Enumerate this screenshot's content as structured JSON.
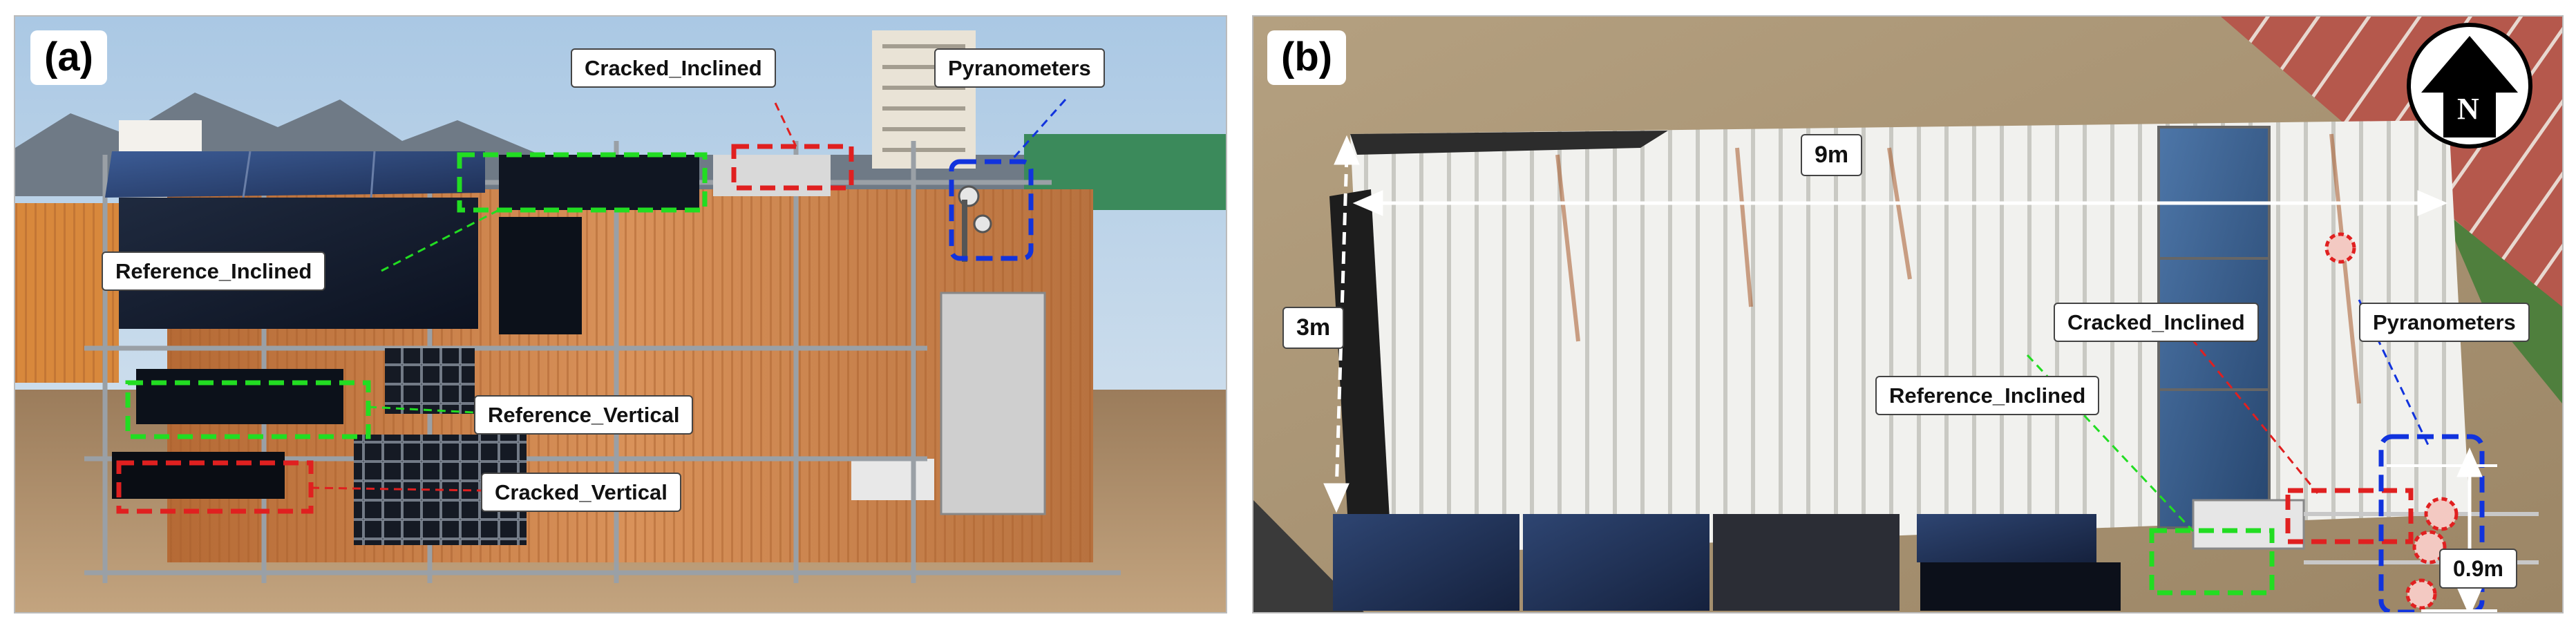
{
  "figure": {
    "panel_a": {
      "letter": "(a)",
      "labels": {
        "cracked_inclined": "Cracked_Inclined",
        "pyranometers": "Pyranometers",
        "reference_inclined": "Reference_Inclined",
        "reference_vertical": "Reference_Vertical",
        "cracked_vertical": "Cracked_Vertical"
      }
    },
    "panel_b": {
      "letter": "(b)",
      "north": "N",
      "dimensions": {
        "length": "9m",
        "width": "3m",
        "offset": "0.9m"
      },
      "labels": {
        "cracked_inclined": "Cracked_Inclined",
        "pyranometers": "Pyranometers",
        "reference_inclined": "Reference_Inclined"
      }
    },
    "colors": {
      "reference_box": "#22dd22",
      "cracked_box": "#e02020",
      "pyranometer_box": "#1133dd",
      "container": "#c8783e"
    }
  }
}
